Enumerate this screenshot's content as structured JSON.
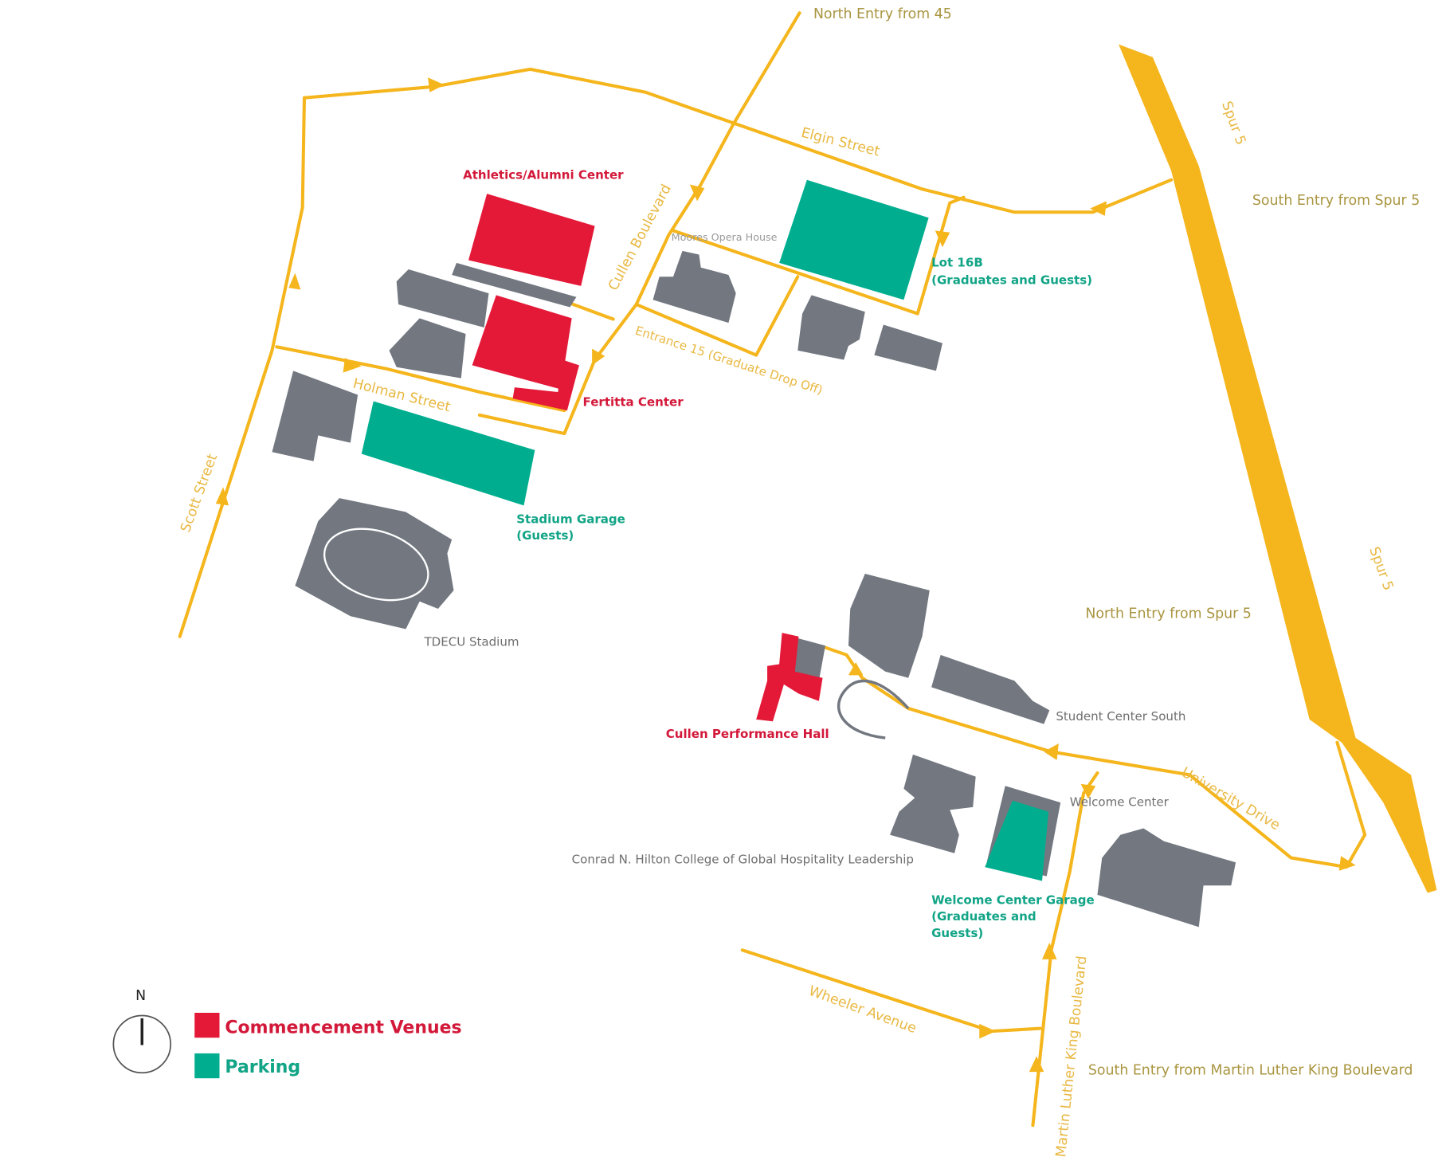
{
  "colors": {
    "road": "#f5b51c",
    "venue": "#e31937",
    "parking": "#00ae8f",
    "building": "#727780"
  },
  "entries": {
    "north_45": "North Entry from 45",
    "south_spur5": "South Entry from Spur 5",
    "north_spur5": "North Entry from Spur 5",
    "south_mlk": "South Entry from Martin Luther King Boulevard"
  },
  "streets": {
    "elgin": "Elgin Street",
    "cullen": "Cullen Boulevard",
    "holman": "Holman Street",
    "scott": "Scott Street",
    "entrance15": "Entrance 15 (Graduate Drop Off)",
    "spur5_top": "Spur 5",
    "spur5_bottom": "Spur 5",
    "university": "University Drive",
    "wheeler": "Wheeler Avenue",
    "mlk": "Martin Luther King Boulevard"
  },
  "venues": {
    "athletics": "Athletics/Alumni Center",
    "fertitta": "Fertitta Center",
    "cullen_hall": "Cullen Performance Hall"
  },
  "parking": {
    "lot16b_1": "Lot 16B",
    "lot16b_2": "(Graduates and Guests)",
    "stadium_1": "Stadium Garage",
    "stadium_2": "(Guests)",
    "welcome_1": "Welcome Center Garage",
    "welcome_2": "(Graduates and",
    "welcome_3": "Guests)"
  },
  "buildings": {
    "moores": "Moores Opera House",
    "tdecu": "TDECU Stadium",
    "student_center": "Student Center South",
    "welcome_center": "Welcome Center",
    "hilton": "Conrad N. Hilton College of Global Hospitality Leadership"
  },
  "legend": {
    "north": "N",
    "venues": "Commencement Venues",
    "parking": "Parking"
  }
}
